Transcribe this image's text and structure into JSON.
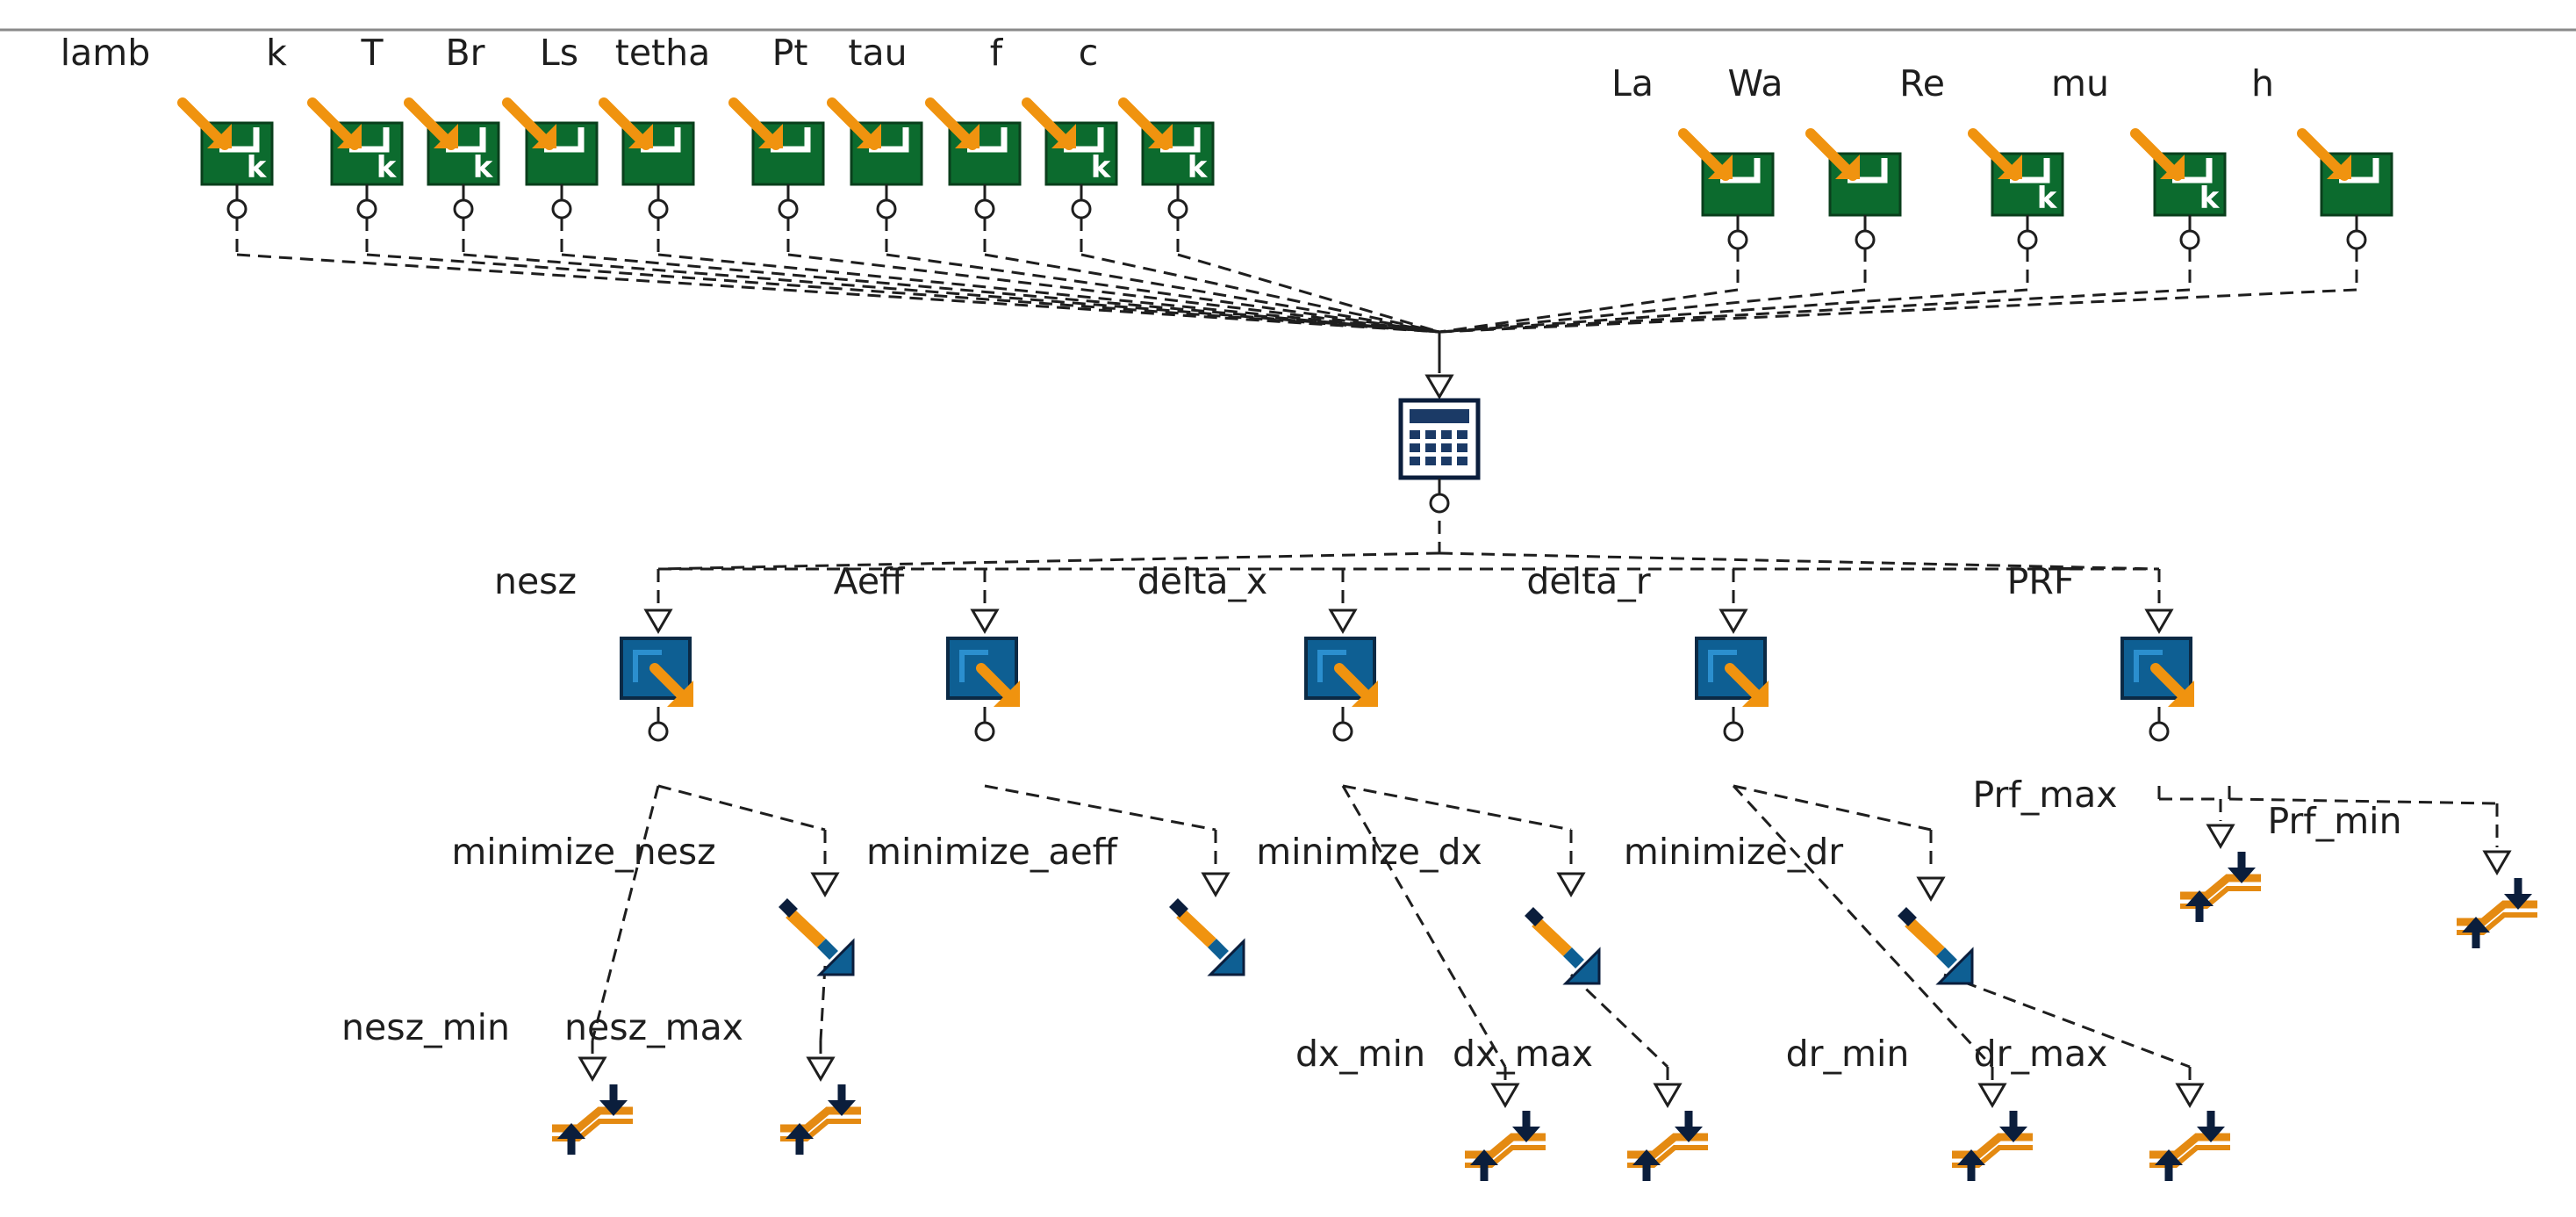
{
  "colors": {
    "input_green": "#0c6b2e",
    "input_green_edge": "#0a3f1c",
    "arrow_orange": "#f0930f",
    "output_blue": "#0e5f93",
    "output_dark": "#0b2a45",
    "objective_blue": "#0e5f93",
    "constraint_orange": "#e48a12",
    "constraint_dark": "#0b1e3c",
    "connector": "#1e1e1e",
    "top_rule": "#7a7a7a"
  },
  "inputs_left": [
    {
      "label": "lamb",
      "icon": "input-parameter-constant-icon"
    },
    {
      "label": "k",
      "icon": "input-parameter-constant-icon"
    },
    {
      "label": "T",
      "icon": "input-parameter-constant-icon"
    },
    {
      "label": "Br",
      "icon": "input-parameter-icon"
    },
    {
      "label": "Ls",
      "icon": "input-parameter-icon"
    },
    {
      "label": "tetha",
      "icon": "input-parameter-icon"
    },
    {
      "label": "Pt",
      "icon": "input-parameter-icon"
    },
    {
      "label": "tau",
      "icon": "input-parameter-icon"
    },
    {
      "label": "f",
      "icon": "input-parameter-constant-icon"
    },
    {
      "label": "c",
      "icon": "input-parameter-constant-icon"
    }
  ],
  "inputs_right": [
    {
      "label": "La",
      "icon": "input-parameter-icon"
    },
    {
      "label": "Wa",
      "icon": "input-parameter-icon"
    },
    {
      "label": "Re",
      "icon": "input-parameter-constant-icon"
    },
    {
      "label": "mu",
      "icon": "input-parameter-constant-icon"
    },
    {
      "label": "h",
      "icon": "input-parameter-icon"
    }
  ],
  "calculator": {
    "icon": "calculator-icon"
  },
  "outputs": [
    {
      "label": "nesz",
      "icon": "output-response-icon"
    },
    {
      "label": "Aeff",
      "icon": "output-response-icon"
    },
    {
      "label": "delta_x",
      "icon": "output-response-icon"
    },
    {
      "label": "delta_r",
      "icon": "output-response-icon"
    },
    {
      "label": "PRF",
      "icon": "output-response-icon"
    }
  ],
  "objectives": [
    {
      "label": "minimize_nesz",
      "icon": "minimize-objective-icon"
    },
    {
      "label": "minimize_aeff",
      "icon": "minimize-objective-icon"
    },
    {
      "label": "minimize_dx",
      "icon": "minimize-objective-icon"
    },
    {
      "label": "minimize_dr",
      "icon": "minimize-objective-icon"
    }
  ],
  "constraints": [
    {
      "label": "nesz_min",
      "icon": "constraint-bound-icon"
    },
    {
      "label": "nesz_max",
      "icon": "constraint-bound-icon"
    },
    {
      "label": "dx_min",
      "icon": "constraint-bound-icon"
    },
    {
      "label": "dx_max",
      "icon": "constraint-bound-icon"
    },
    {
      "label": "dr_min",
      "icon": "constraint-bound-icon"
    },
    {
      "label": "dr_max",
      "icon": "constraint-bound-icon"
    },
    {
      "label": "Prf_max",
      "icon": "constraint-bound-icon"
    },
    {
      "label": "Prf_min",
      "icon": "constraint-bound-icon"
    }
  ]
}
